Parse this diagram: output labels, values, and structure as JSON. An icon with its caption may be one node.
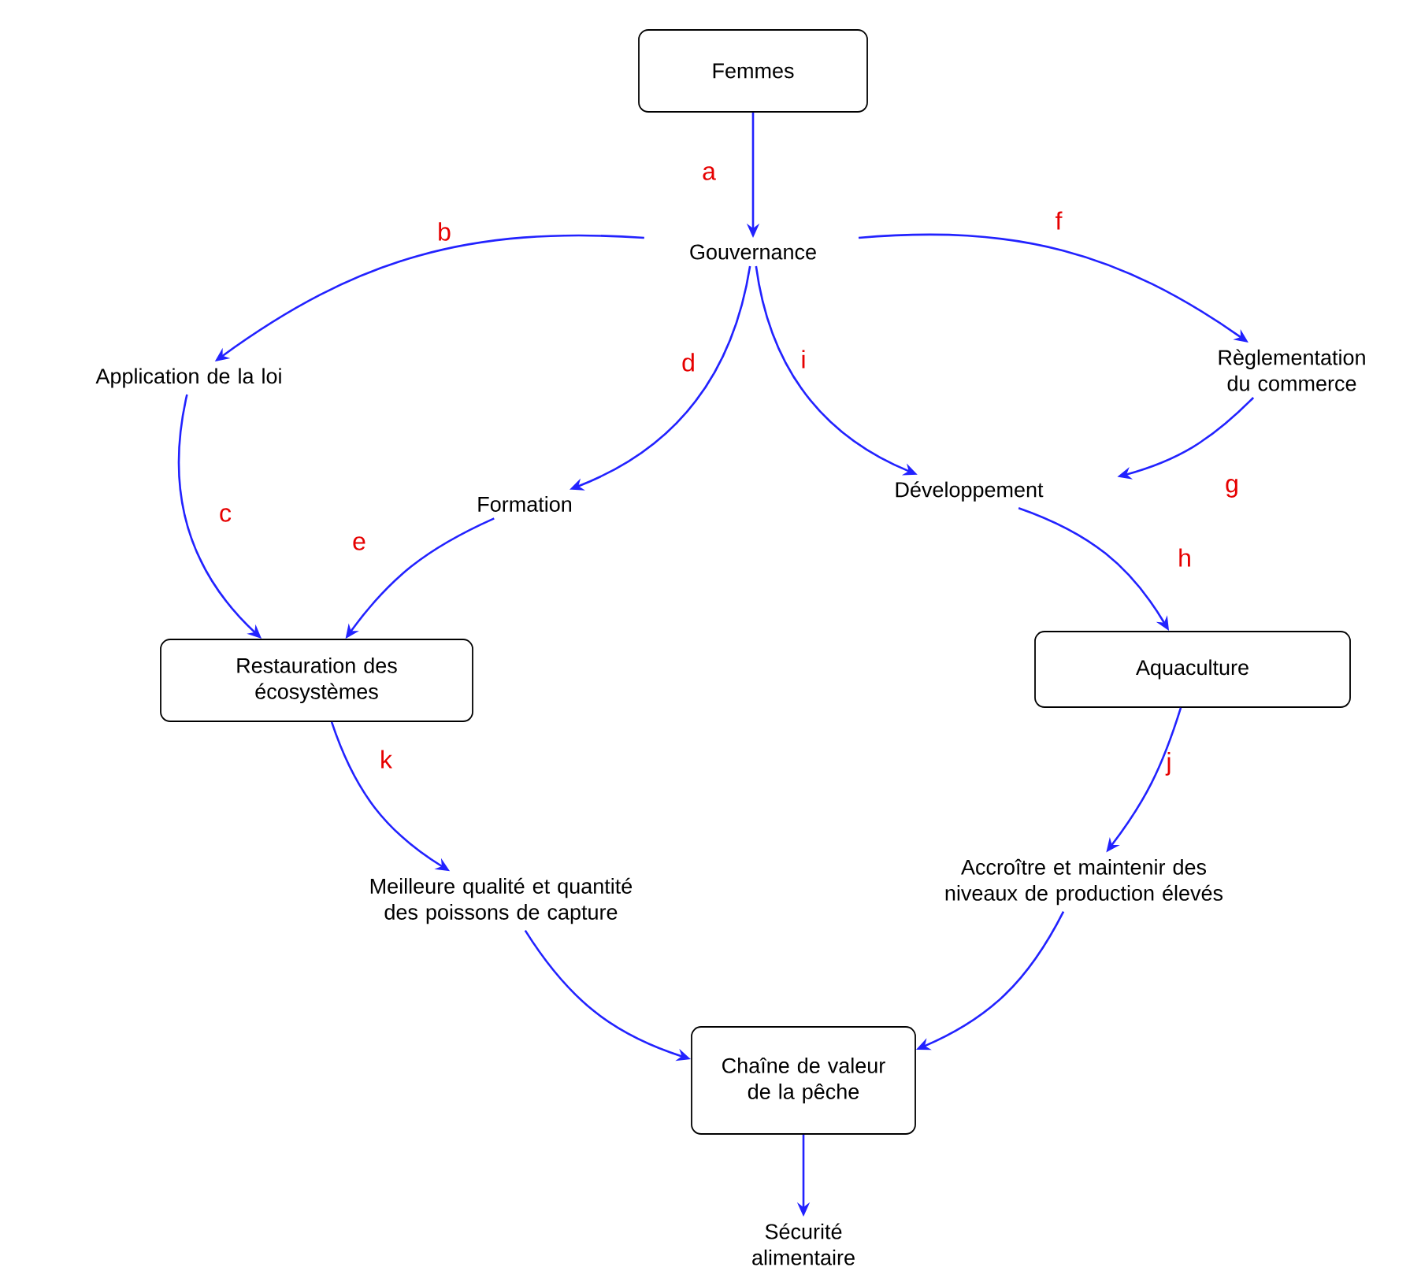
{
  "diagram": {
    "nodes": [
      {
        "text": [
          "Femmes"
        ]
      },
      {
        "text": [
          "Gouvernance"
        ]
      },
      {
        "text": [
          "Application de la loi"
        ]
      },
      {
        "text": [
          "Formation"
        ]
      },
      {
        "text": [
          "Développement"
        ]
      },
      {
        "text": [
          "Règlementation du commerce"
        ]
      },
      {
        "text": [
          "Restauration des écosystèmes"
        ]
      },
      {
        "text": [
          "Aquaculture"
        ]
      },
      {
        "text": [
          "Meilleure qualité et quantité des poissons de capture"
        ]
      },
      {
        "text": [
          "Accroître et maintenir des niveaux de production élevés"
        ]
      },
      {
        "text": [
          "Chaîne de valeur de la pêche"
        ]
      },
      {
        "text": [
          "Sécurité alimentaire"
        ]
      }
    ],
    "edges": [
      {
        "from": 0,
        "to": 1,
        "arrow": "to",
        "label": "a"
      },
      {
        "from": 1,
        "to": 2,
        "arrow": "to",
        "label": "b"
      },
      {
        "from": 2,
        "to": 6,
        "arrow": "to",
        "label": "c"
      },
      {
        "from": 1,
        "to": 3,
        "arrow": "to",
        "label": "d"
      },
      {
        "from": 3,
        "to": 6,
        "arrow": "to",
        "label": "e"
      },
      {
        "from": 1,
        "to": 5,
        "arrow": "to",
        "label": "f"
      },
      {
        "from": 5,
        "to": 4,
        "arrow": "to",
        "label": "g"
      },
      {
        "from": 4,
        "to": 7,
        "arrow": "to",
        "label": "h"
      },
      {
        "from": 1,
        "to": 4,
        "arrow": "to",
        "label": "i"
      },
      {
        "from": 7,
        "to": 9,
        "arrow": "to",
        "label": "j"
      },
      {
        "from": 6,
        "to": 8,
        "arrow": "to",
        "label": "k"
      },
      {
        "from": 8,
        "to": 10,
        "arrow": "to"
      },
      {
        "from": 9,
        "to": 10,
        "arrow": "to"
      },
      {
        "from": 10,
        "to": 11,
        "arrow": "to"
      }
    ]
  }
}
